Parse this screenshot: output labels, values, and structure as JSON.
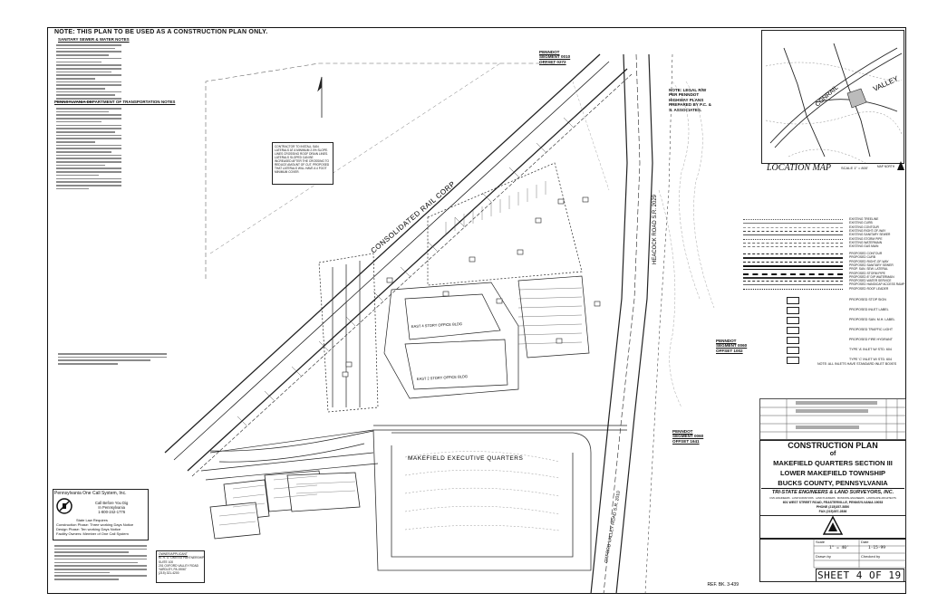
{
  "notes": {
    "top_note": "NOTE: THIS PLAN TO BE USED AS A CONSTRUCTION PLAN ONLY.",
    "sewer_heading": "SANITARY SEWER & WATER NOTES",
    "penndot_heading": "PENNSYLVANIA DEPARTMENT OF TRANSPORTATION NOTES"
  },
  "plan": {
    "rail_label": "CONSOLIDATED RAIL CORP",
    "heacock_road": "HEACOCK ROAD S.R. 2029",
    "oxford_valley_road": "OXFORD VALLEY ROAD S.R. 2010",
    "makefield_label": "MAKEFIELD EXECUTIVE QUARTERS",
    "bldg1": "EAST 4 STORY OFFICE BLDG",
    "bldg2": "EAST 2 STORY OFFICE BLDG",
    "contractor_note": "CONTRACTOR TO INSTALL SAN. LATERALS AT A MINIMUM 2.0% SLOPE. LINES CROSSING ROOF DRAIN LINES. LATERALS SLOPED CAN BE INCREASED AFTER THE CROSSING TO REDUCE AMOUNT OF CUT. PROPOSED THAT LATERALS WILL HAVE A 4 FOOT MINIMUM COVER.",
    "penndot_seg1": "PENNDOT SEGMENT 0010 OFFSET 0272",
    "legal_note": "NOTE: LEGAL R/W PER PENNDOT HIGHWAY PLANS PREPARED BY P.C. & S. ASSOCIATES.",
    "penndot_seg2": "PENNDOT SEGMENT 0060 OFFSET 1002",
    "penndot_seg3": "PENNDOT SEGMENT 0060 OFFSET 1641",
    "ref": "REF. BK. 3-439"
  },
  "location_map": {
    "title": "LOCATION MAP",
    "scale": "SCALE 1\" = 800'",
    "north": "MAP NORTH",
    "valley_label": "VALLEY",
    "conrail_label": "CONRAIL"
  },
  "legend": {
    "rows": [
      "EXISTING TREELINE",
      "EXISTING CURB",
      "EXISTING CONTOUR",
      "EXISTING RIGHT-OF-WAY",
      "EXISTING SANITARY SEWER",
      "EXISTING STORM PIPE",
      "EXISTING WATERMAIN",
      "EXISTING GAS MAIN",
      "PROPOSED CONTOUR",
      "PROPOSED CURB",
      "PROPOSED RIGHT-OF-WAY",
      "PROPOSED SANITARY SEWER",
      "PROP. SAN. SEW. LATERAL",
      "PROPOSED STORM PIPE",
      "PROPOSED 8\" DIP WATERMAIN",
      "PROPOSED WATER SERVICE",
      "PROPOSED HANDICAP ACCESS RAMP",
      "PROPOSED ROOF LEADER"
    ],
    "symbols": [
      "PROPOSED STOP SIGN",
      "PROPOSED INLET LABEL",
      "PROPOSED SAN. M.H. LABEL",
      "PROPOSED TRAFFIC LIGHT",
      "PROPOSED FIRE HYDRANT",
      "TYPE 'A' INLET W/ STD. 604",
      "TYPE 'C' INLET W/ STD. 604"
    ],
    "note": "NOTE: ALL INLETS HAVE STANDARD INLET BOXES"
  },
  "title_block": {
    "plan_title": "CONSTRUCTION PLAN",
    "of": "of",
    "project": "MAKEFIELD QUARTERS SECTION III",
    "township": "LOWER MAKEFIELD TOWNSHIP",
    "county": "BUCKS COUNTY, PENNSYLVANIA",
    "firm": "TRI-STATE ENGINEERS & LAND SURVEYORS, INC.",
    "firm_sub": "CIVIL ENGINEERS · LAND SURVEYORS · LAND PLANNERS · MUNICIPAL ENGINEERS · LANDSCAPE ARCHITECTS",
    "address": "601 WEST STREET ROAD, FEASTERVILLE, PENNSYLVANIA 19053",
    "phone": "PHONE (215)357-5850",
    "fax": "FAX (215)357-2836",
    "sheet": "SHEET 4 OF 19",
    "scale_label": "Scale",
    "scale_value": "1\" = 40'",
    "date_label": "Date",
    "date_value": "1-15-99",
    "drawn_label": "Drawn by",
    "checked_label": "Checked by"
  },
  "one_call": {
    "title": "Pennsylvania One Call System, Inc.",
    "call": "Call Before You Dig",
    "in_pa": "In Pennsylvania",
    "phone": "1-800-242-1776",
    "law": "State Law Requires",
    "line1": "Construction Phase: Three working Days Notice",
    "line2": "Design Phase: Ten working Days Notice",
    "line3": "Facility Owners: Member of One Call System"
  },
  "owner": {
    "heading": "OWNER/APPLICANT",
    "name": "M. R. O. LIMITED PARTNERSHIP",
    "addr1": "SUITE 100",
    "addr2": "201 OXFORD VALLEY ROAD",
    "addr3": "YARDLEY, PA 19067",
    "phone": "(215) 321-4200"
  }
}
